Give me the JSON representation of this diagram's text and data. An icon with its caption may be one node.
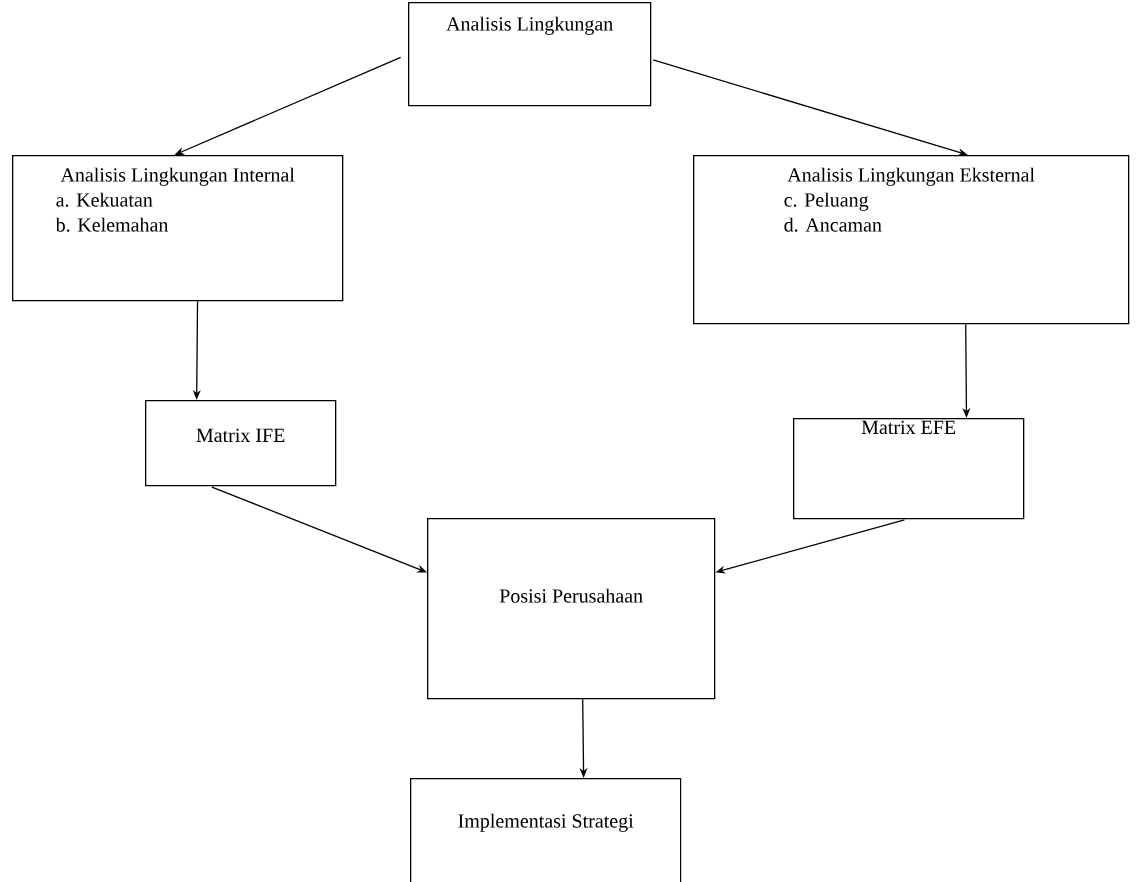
{
  "diagram": {
    "nodes": [
      {
        "text": [
          "Analisis Lingkungan"
        ]
      },
      {
        "text": [
          "Analisis Lingkungan Internal",
          "a. Kekuatan",
          "b. Kelemahan"
        ]
      },
      {
        "text": [
          "Analisis Lingkungan Eksternal",
          "c. Peluang",
          "d. Ancaman"
        ]
      },
      {
        "text": [
          "Matrix IFE"
        ]
      },
      {
        "text": [
          "Matrix EFE"
        ]
      },
      {
        "text": [
          "Posisi Perusahaan"
        ]
      },
      {
        "text": [
          "Implementasi Strategi"
        ]
      }
    ],
    "edges": [
      {
        "from": 0,
        "to": 1,
        "arrow": "to"
      },
      {
        "from": 0,
        "to": 2,
        "arrow": "to"
      },
      {
        "from": 1,
        "to": 3,
        "arrow": "to"
      },
      {
        "from": 2,
        "to": 4,
        "arrow": "to"
      },
      {
        "from": 3,
        "to": 5,
        "arrow": "to"
      },
      {
        "from": 4,
        "to": 5,
        "arrow": "to"
      },
      {
        "from": 5,
        "to": 6,
        "arrow": "to"
      }
    ]
  }
}
